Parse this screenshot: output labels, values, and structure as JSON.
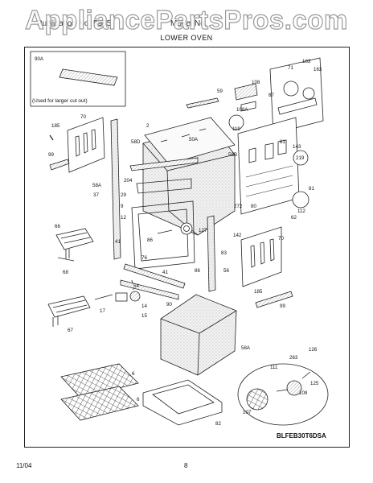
{
  "watermark": "AppliancePartsPros.com",
  "header": {
    "left": "Publication No: 5995",
    "middle": "Model No."
  },
  "subtitle": "LOWER OVEN",
  "inset_note": "(Used for larger cut out)",
  "model_code": "BLFEB30T6DSA",
  "footer": {
    "date": "11/04",
    "page": "8"
  },
  "callouts": [
    "90A",
    "59",
    "108",
    "71",
    "163",
    "163",
    "87",
    "185",
    "70",
    "2",
    "108A",
    "119",
    "58D",
    "50A",
    "81",
    "143",
    "219",
    "99",
    "58B",
    "204",
    "58A",
    "37",
    "29",
    "9",
    "12",
    "80",
    "272",
    "81",
    "112",
    "62",
    "66",
    "127",
    "41",
    "86",
    "70",
    "142",
    "83",
    "76",
    "41",
    "86",
    "56",
    "68",
    "54",
    "14",
    "15",
    "17",
    "67",
    "90",
    "185",
    "99",
    "58A",
    "126",
    "263",
    "111",
    "125",
    "6",
    "6",
    "109",
    "107",
    "82"
  ]
}
